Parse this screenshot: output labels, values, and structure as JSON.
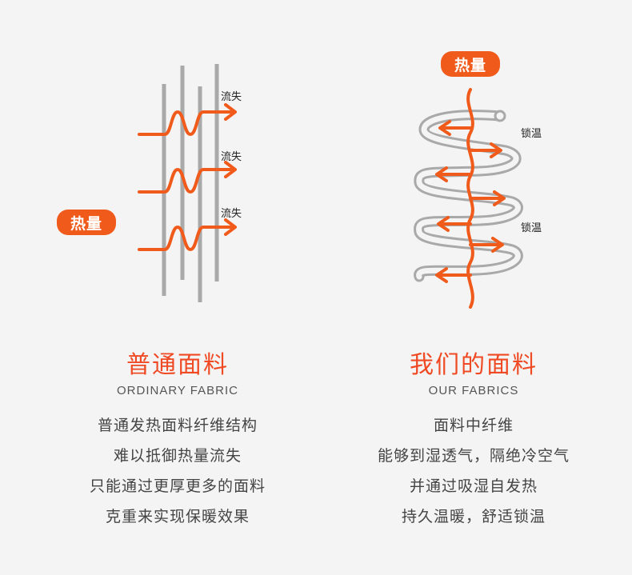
{
  "left": {
    "heat_badge": "热量",
    "loss_tags": [
      "流失",
      "流失",
      "流失"
    ],
    "title": "普通面料",
    "subtitle": "ORDINARY FABRIC",
    "lines": [
      "普通发热面料纤维结构",
      "难以抵御热量流失",
      "只能通过更厚更多的面料",
      "克重来实现保暖效果"
    ]
  },
  "right": {
    "heat_badge": "热量",
    "lock_tags": [
      "锁温",
      "锁温"
    ],
    "title": "我们的面料",
    "subtitle": "OUR FABRICS",
    "lines": [
      "面料中纤维",
      "能够到湿透气，隔绝冷空气",
      "并通过吸湿自发热",
      "持久温暖，舒适锁温"
    ]
  },
  "colors": {
    "accent": "#f05a1a",
    "fiber_gray": "#a9a9a9",
    "background": "#f4f4f4"
  }
}
